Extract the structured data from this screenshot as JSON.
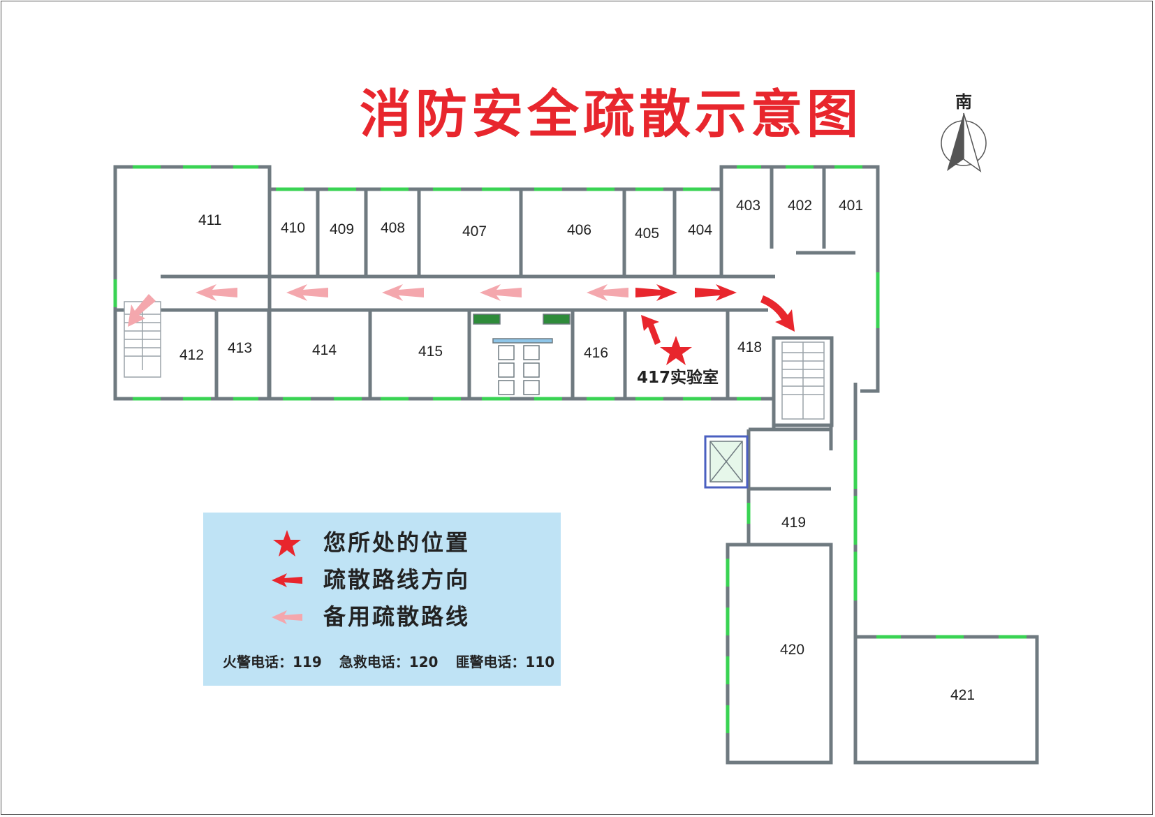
{
  "title": "消防安全疏散示意图",
  "north_label": "南",
  "rooms": [
    "411",
    "410",
    "409",
    "408",
    "407",
    "406",
    "405",
    "404",
    "403",
    "402",
    "401",
    "412",
    "413",
    "414",
    "415",
    "416",
    "418",
    "419",
    "420",
    "421"
  ],
  "current_room": "417实验室",
  "legend": {
    "items": [
      {
        "symbol": "star-icon",
        "label": "您所处的位置",
        "color": "#e8262d"
      },
      {
        "symbol": "arrow-icon",
        "label": "疏散路线方向",
        "color": "#e8262d"
      },
      {
        "symbol": "arrow-icon",
        "label": "备用疏散路线",
        "color": "#f4a7ad"
      }
    ],
    "phones": [
      "火警电话：119",
      "急救电话：120",
      "匪警电话：110"
    ]
  },
  "colors": {
    "title": "#e8262d",
    "primary_route": "#e8262d",
    "backup_route": "#f4a7ad",
    "window": "#39d353",
    "wall": "#6f7a80",
    "legend_bg": "#bfe3f5"
  }
}
